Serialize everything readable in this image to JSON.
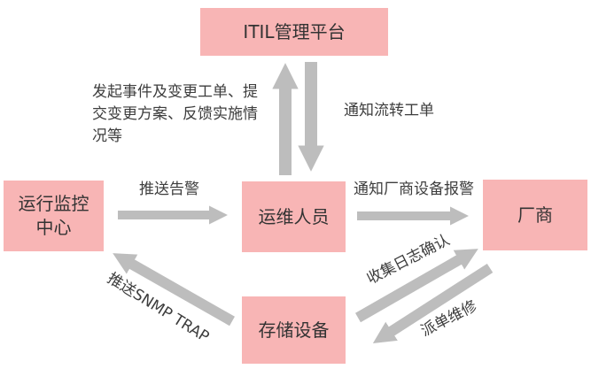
{
  "diagram": {
    "nodes": {
      "itil": {
        "label": "ITIL管理平台"
      },
      "monitor": {
        "label": "运行监控\n中心"
      },
      "ops": {
        "label": "运维人员"
      },
      "vendor": {
        "label": "厂商"
      },
      "storage": {
        "label": "存储设备"
      }
    },
    "edge_labels": {
      "initiate": "发起事件及变更工单、提\n交变更方案、反馈实施情\n况等",
      "notify_flow": "通知流转工单",
      "push_alarm": "推送告警",
      "notify_vendor": "通知厂商设备报警",
      "push_snmp": "推送SNMP TRAP",
      "collect_log": "收集日志确认",
      "dispatch": "派单维修"
    },
    "edges": [
      {
        "from": "运维人员",
        "to": "ITIL管理平台",
        "label": "发起事件及变更工单、提交变更方案、反馈实施情况等"
      },
      {
        "from": "ITIL管理平台",
        "to": "运维人员",
        "label": "通知流转工单"
      },
      {
        "from": "运行监控中心",
        "to": "运维人员",
        "label": "推送告警"
      },
      {
        "from": "运维人员",
        "to": "厂商",
        "label": "通知厂商设备报警"
      },
      {
        "from": "存储设备",
        "to": "运行监控中心",
        "label": "推送SNMP TRAP"
      },
      {
        "from": "存储设备",
        "to": "厂商",
        "label": "收集日志确认"
      },
      {
        "from": "厂商",
        "to": "存储设备",
        "label": "派单维修"
      }
    ],
    "colors": {
      "node_bg": "#f8b5b5",
      "arrow": "#bdbdbd",
      "text": "#333333"
    }
  }
}
